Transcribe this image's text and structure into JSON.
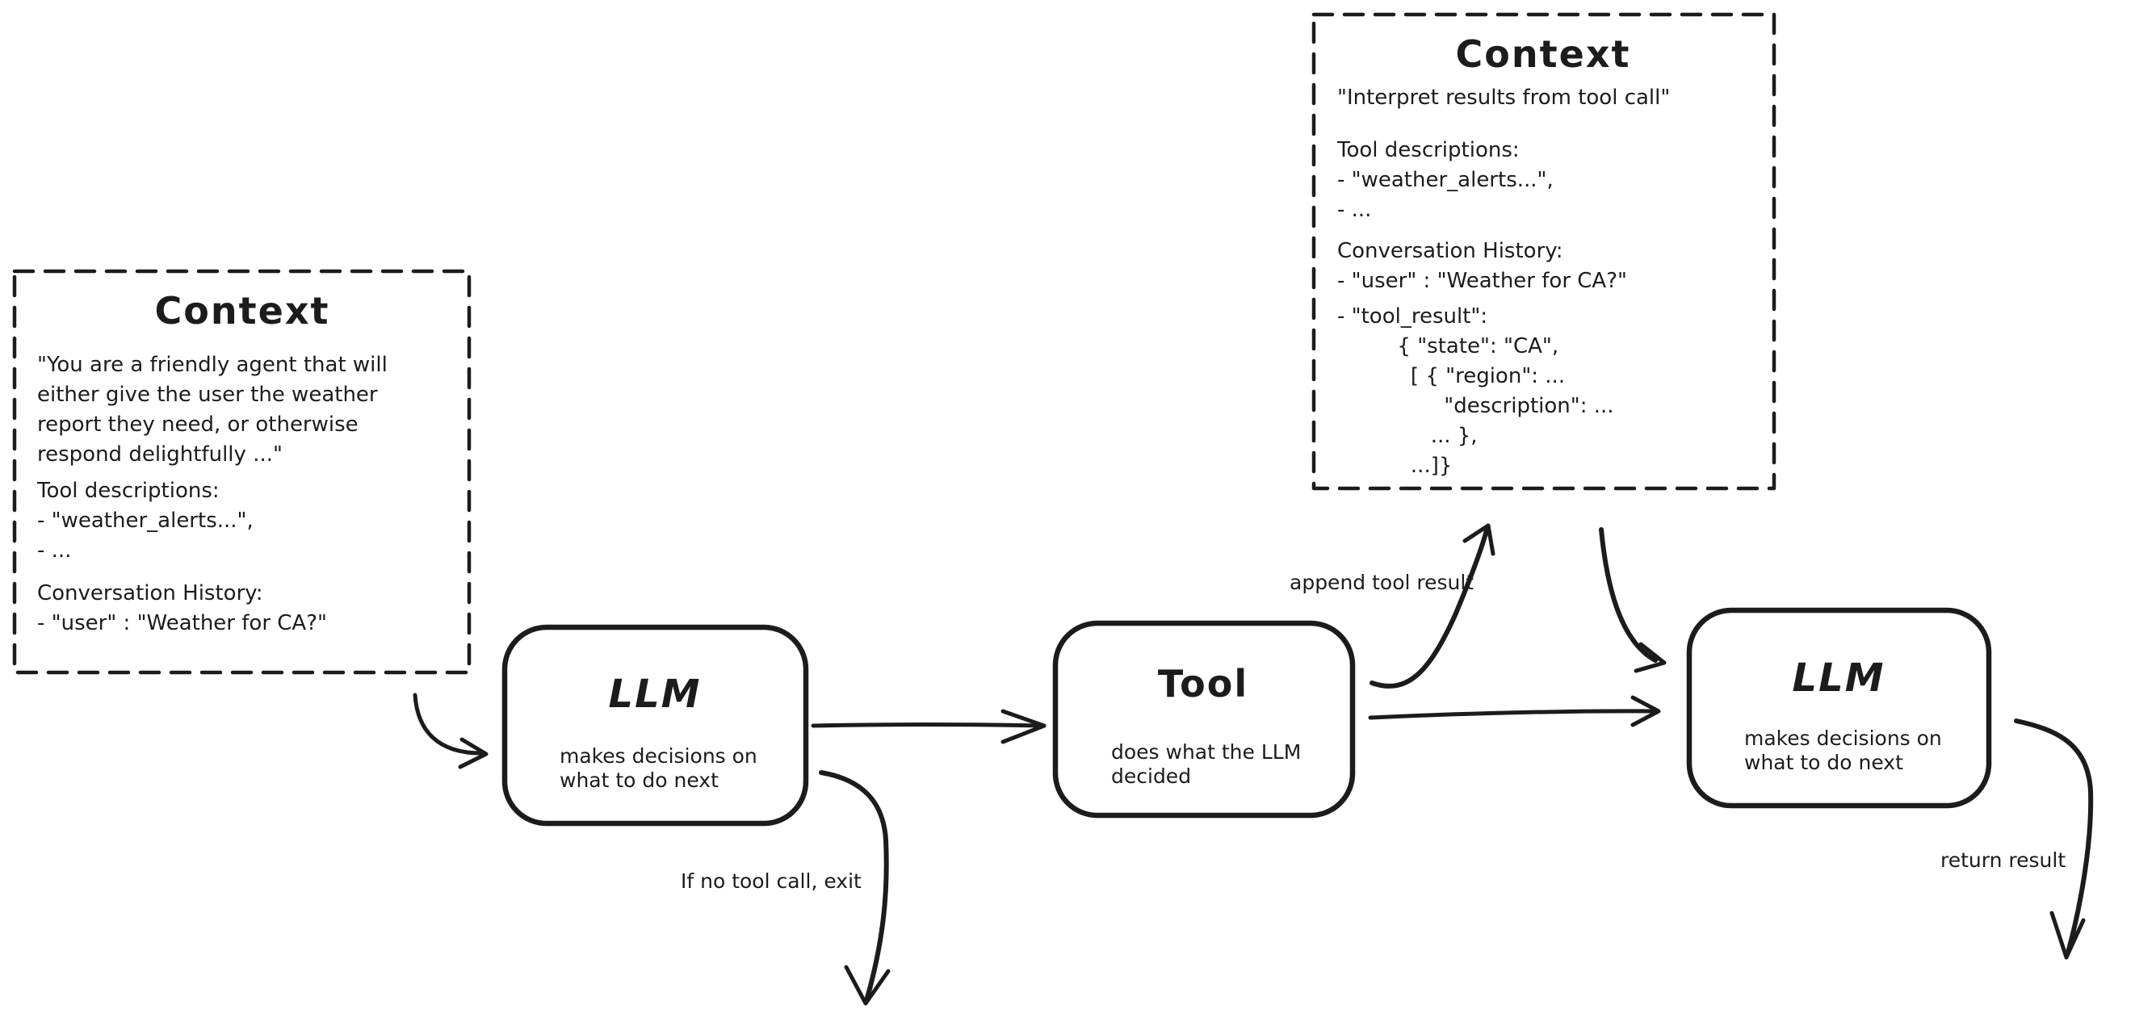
{
  "page": {
    "background": "#ffffff",
    "ink": "#1c1c1c"
  },
  "context_left": {
    "title": "Context",
    "prompt_block": [
      "\"You are a friendly agent that will",
      "either give the user the weather",
      "report they need, or otherwise",
      "respond delightfully ...\""
    ],
    "tools_block": [
      "Tool descriptions:",
      "- \"weather_alerts...\",",
      "- ..."
    ],
    "history_block": [
      "Conversation History:",
      "- \"user\" : \"Weather for CA?\""
    ]
  },
  "context_top": {
    "title": "Context",
    "prompt_block": [
      "\"Interpret results from tool call\""
    ],
    "tools_block": [
      "Tool descriptions:",
      "- \"weather_alerts...\",",
      "- ..."
    ],
    "history_block": [
      "Conversation History:",
      "- \"user\" : \"Weather for CA?\""
    ],
    "tool_result_block": [
      "- \"tool_result\":",
      "         { \"state\": \"CA\",",
      "           [ { \"region\": ...",
      "                \"description\": ...",
      "              ... },",
      "           ...]}"
    ]
  },
  "nodes": {
    "llm_first": {
      "title": "LLM",
      "subtitle": [
        "makes decisions on",
        "what to do next"
      ]
    },
    "tool": {
      "title": "Tool",
      "subtitle": [
        "does what the LLM",
        "decided"
      ]
    },
    "llm_second": {
      "title": "LLM",
      "subtitle": [
        "makes decisions on",
        "what to do next"
      ]
    }
  },
  "edge_labels": {
    "append_tool_result": "append tool result",
    "if_no_tool_call_exit": "If no tool call, exit",
    "return_result": "return result"
  }
}
